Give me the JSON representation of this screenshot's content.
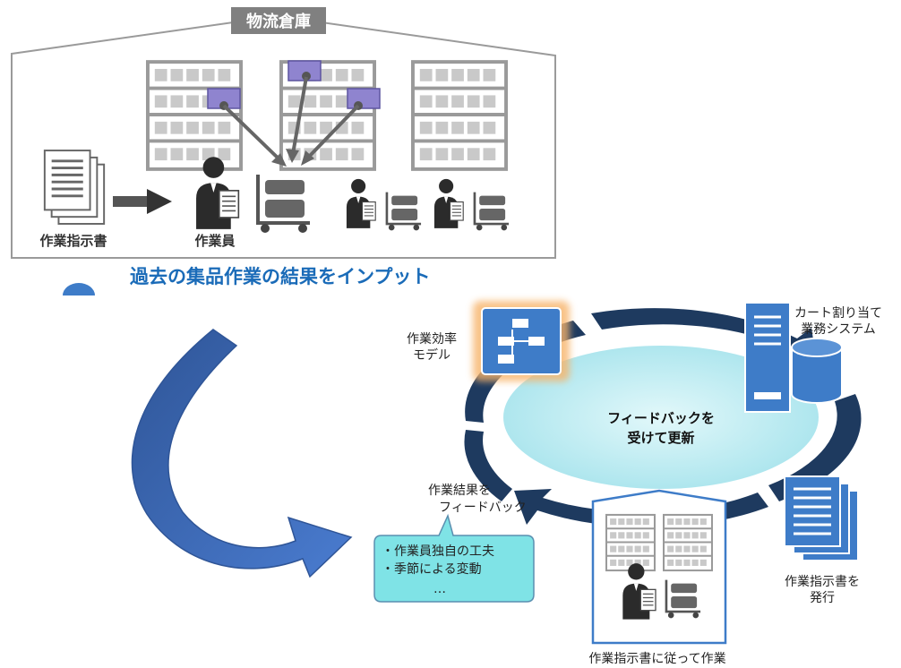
{
  "warehouse": {
    "title": "物流倉庫",
    "instruction_label": "作業指示書",
    "worker_label": "作業員"
  },
  "step": {
    "input_caption": "過去の集品作業の結果をインプット"
  },
  "cycle": {
    "center_text_line1": "フィードバックを",
    "center_text_line2": "受けて更新",
    "model_label_line1": "作業効率",
    "model_label_line2": "モデル",
    "system_label_line1": "カート割り当て",
    "system_label_line2": "業務システム",
    "issue_label_line1": "作業指示書を",
    "issue_label_line2": "発行",
    "work_label": "作業指示書に従って作業",
    "feedback_label_line1": "作業結果を",
    "feedback_label_line2": "フィードバック"
  },
  "callout": {
    "line1": "・作業員独自の工夫",
    "line2": "・季節による変動",
    "line3": "…"
  },
  "colors": {
    "ring_dark": "#1e3a5f",
    "ring_light": "#c7eef3",
    "arrow_blue": "#4472c4",
    "accent_blue": "#1a6bb8",
    "callout_fill": "#7fe3e6",
    "model_glow": "#f7b46a",
    "box_purple": "#8f84cf"
  }
}
